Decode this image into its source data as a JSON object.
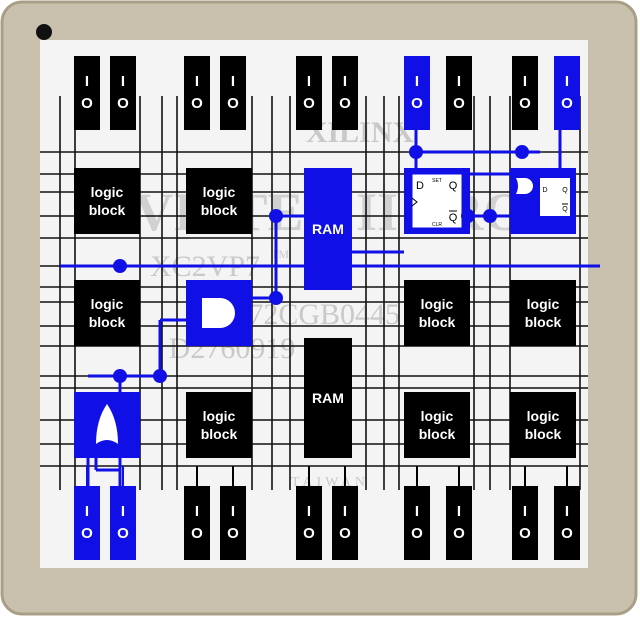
{
  "colors": {
    "package": "#c9c1ad",
    "package_edge": "#a99f86",
    "panel": "#f4f4f4",
    "wire": "#111111",
    "active": "#1010e6",
    "block": "#000000",
    "watermark": "#c9c9c9"
  },
  "labels": {
    "io_top": "I",
    "io_bottom": "O",
    "logic_line1": "logic",
    "logic_line2": "block",
    "ram": "RAM",
    "ff_d": "D",
    "ff_q": "Q",
    "ff_qbar": "Q",
    "ff_set": "SET",
    "ff_clr": "CLR"
  },
  "chip_marking": {
    "brand": "XILINX",
    "family": "VIRTEX II PRO",
    "part": "XC2VP7",
    "tm": "TM",
    "package_code": "FF672CGB0445",
    "date_code": "D2760919",
    "country": "TAIWAN"
  },
  "io_pads": [
    {
      "id": "top-1",
      "side": "top",
      "active": false
    },
    {
      "id": "top-2",
      "side": "top",
      "active": false
    },
    {
      "id": "top-3",
      "side": "top",
      "active": false
    },
    {
      "id": "top-4",
      "side": "top",
      "active": false
    },
    {
      "id": "top-5",
      "side": "top",
      "active": false
    },
    {
      "id": "top-6",
      "side": "top",
      "active": false
    },
    {
      "id": "top-7",
      "side": "top",
      "active": true
    },
    {
      "id": "top-8",
      "side": "top",
      "active": false
    },
    {
      "id": "top-9",
      "side": "top",
      "active": false
    },
    {
      "id": "top-10",
      "side": "top",
      "active": true
    },
    {
      "id": "bottom-1",
      "side": "bottom",
      "active": true
    },
    {
      "id": "bottom-2",
      "side": "bottom",
      "active": true
    },
    {
      "id": "bottom-3",
      "side": "bottom",
      "active": false
    },
    {
      "id": "bottom-4",
      "side": "bottom",
      "active": false
    },
    {
      "id": "bottom-5",
      "side": "bottom",
      "active": false
    },
    {
      "id": "bottom-6",
      "side": "bottom",
      "active": false
    },
    {
      "id": "bottom-7",
      "side": "bottom",
      "active": false
    },
    {
      "id": "bottom-8",
      "side": "bottom",
      "active": false
    },
    {
      "id": "bottom-9",
      "side": "bottom",
      "active": false
    },
    {
      "id": "bottom-10",
      "side": "bottom",
      "active": false
    }
  ],
  "blocks": [
    {
      "id": "logic-r1-c1",
      "kind": "logic",
      "active": false
    },
    {
      "id": "logic-r1-c2",
      "kind": "logic",
      "active": false
    },
    {
      "id": "ram-top",
      "kind": "ram",
      "active": true
    },
    {
      "id": "flipflop-r1-c4",
      "kind": "flipflop",
      "active": true
    },
    {
      "id": "flipflop-r1-c5",
      "kind": "flipflop-small",
      "active": true
    },
    {
      "id": "logic-r2-c1",
      "kind": "logic",
      "active": false
    },
    {
      "id": "and-gate-r2-c2",
      "kind": "and",
      "active": true
    },
    {
      "id": "logic-r2-c4",
      "kind": "logic",
      "active": false
    },
    {
      "id": "logic-r2-c5",
      "kind": "logic",
      "active": false
    },
    {
      "id": "or-gate-r3-c1",
      "kind": "or",
      "active": true
    },
    {
      "id": "logic-r3-c2",
      "kind": "logic",
      "active": false
    },
    {
      "id": "ram-bottom",
      "kind": "ram",
      "active": false
    },
    {
      "id": "logic-r3-c4",
      "kind": "logic",
      "active": false
    },
    {
      "id": "logic-r3-c5",
      "kind": "logic",
      "active": false
    }
  ]
}
